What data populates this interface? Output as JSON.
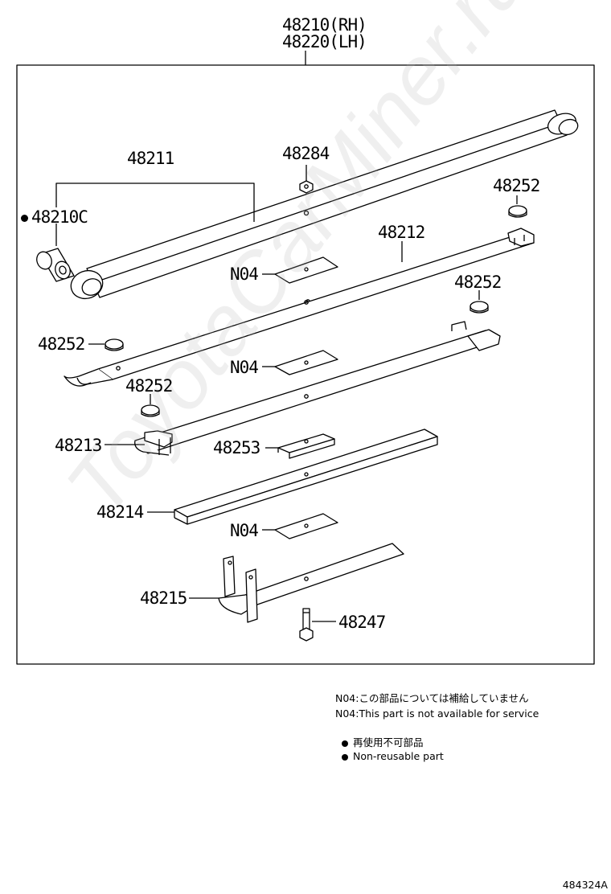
{
  "assembly": {
    "label_rh": "48210(RH)",
    "label_lh": "48220(LH)"
  },
  "parts": {
    "p48211": "48211",
    "p48210c": "48210C",
    "p48284": "48284",
    "p48212": "48212",
    "p48252_a": "48252",
    "p48252_b": "48252",
    "p48252_c": "48252",
    "p48252_d": "48252",
    "p48213": "48213",
    "p48253": "48253",
    "p48214": "48214",
    "p48215": "48215",
    "p48247": "48247",
    "n04_a": "N04",
    "n04_b": "N04",
    "n04_c": "N04"
  },
  "notes": {
    "n04_jp": "N04:この部品については補給していません",
    "n04_en": "N04:This part is not available for service",
    "nonreuse_jp": "再使用不可部品",
    "nonreuse_en": "Non-reusable part"
  },
  "watermark": "ToyotaCarMiner.ru",
  "diagram_code": "484324A"
}
